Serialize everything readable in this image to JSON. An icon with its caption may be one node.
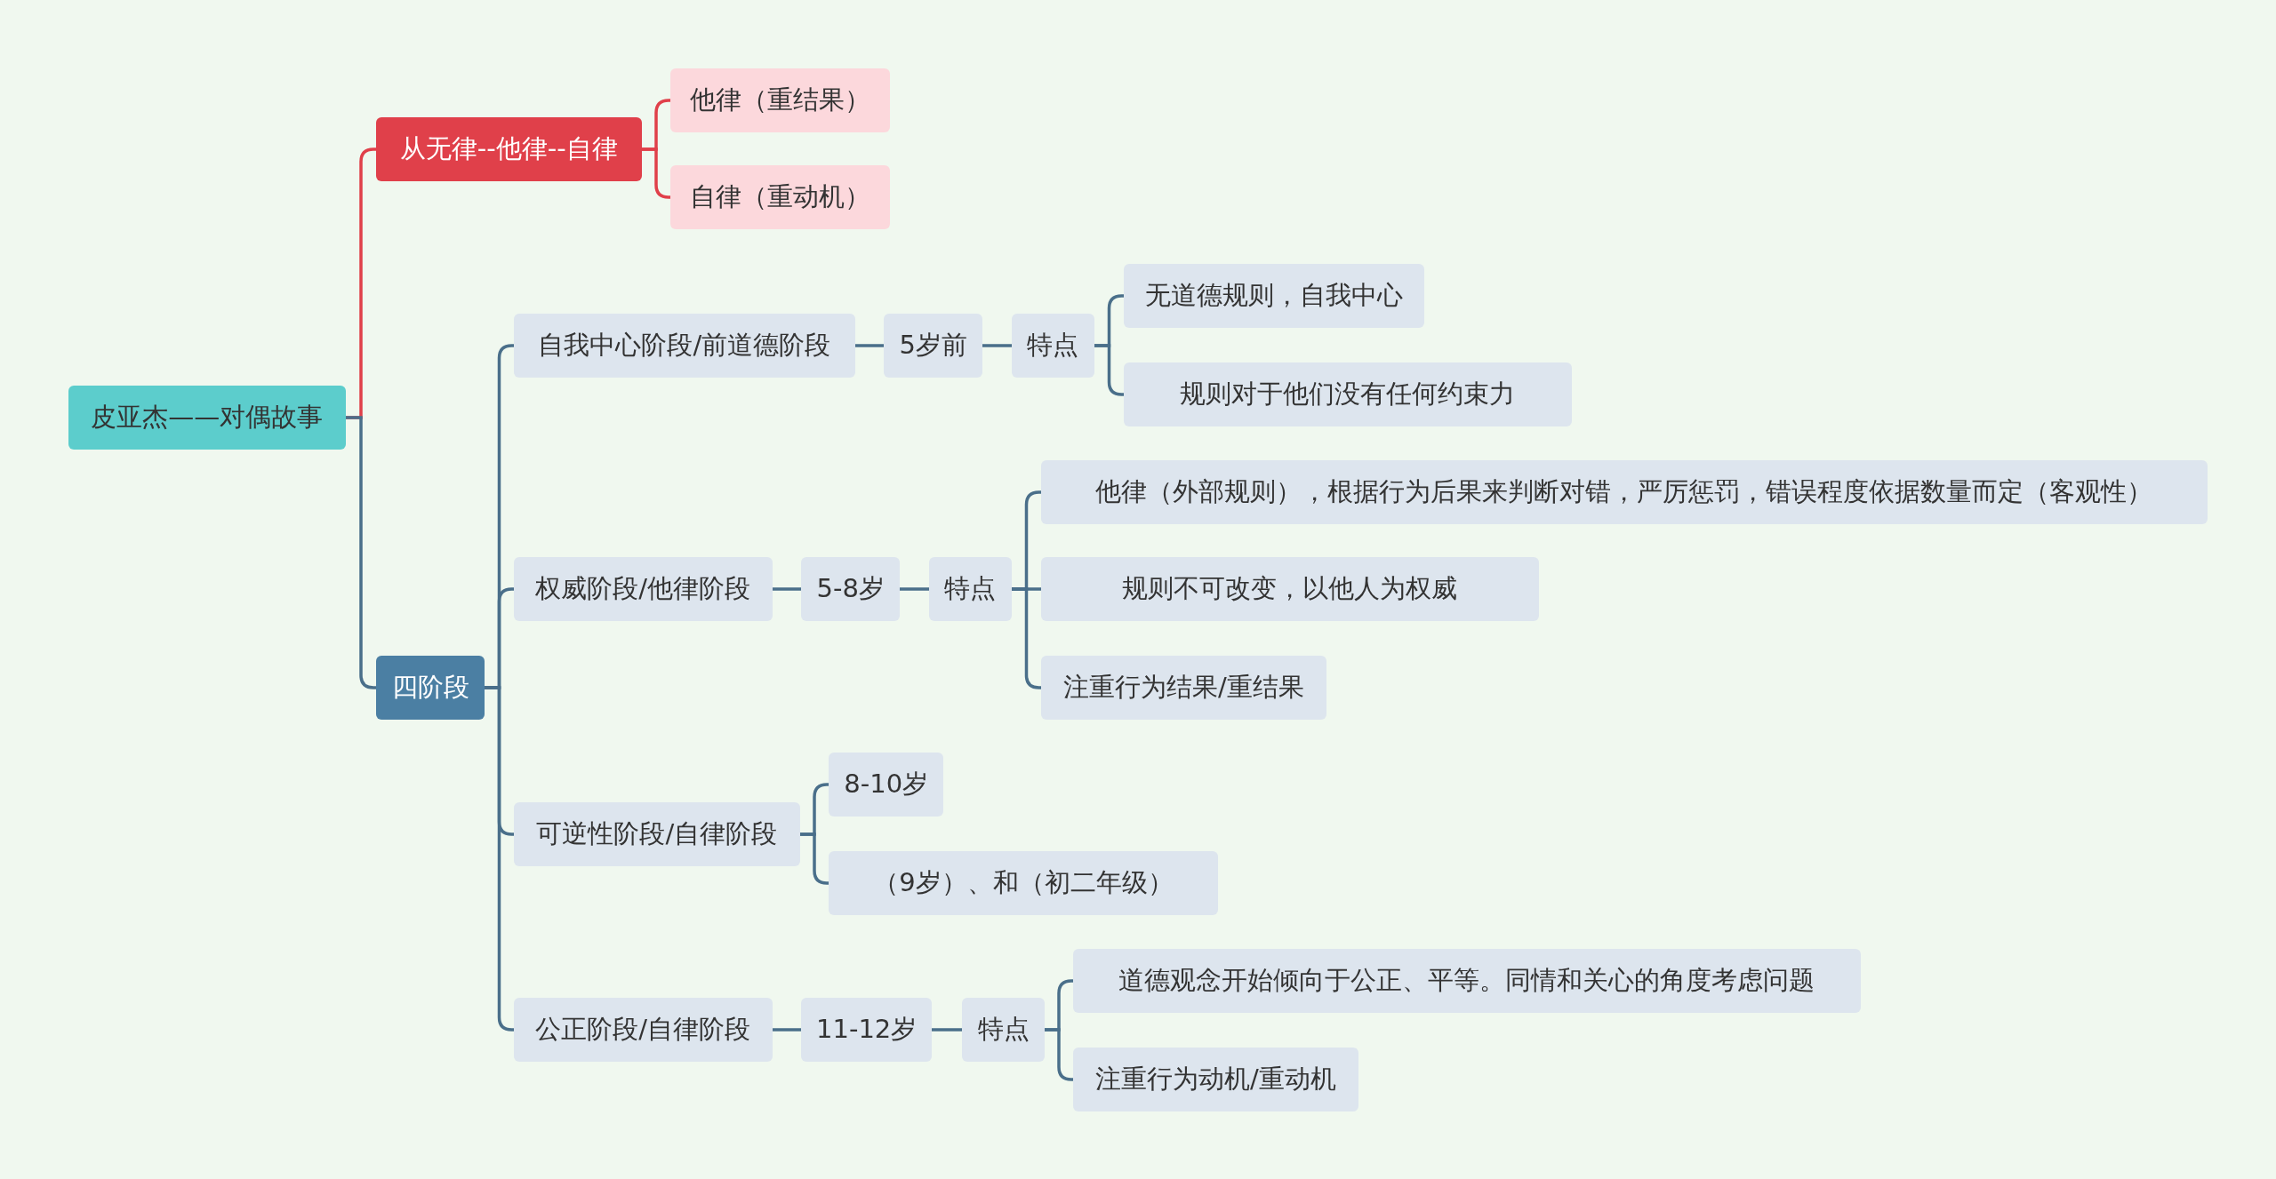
{
  "diagram": {
    "nodes": [
      {
        "text": [
          "皮亚杰——对偶故事"
        ]
      },
      {
        "text": [
          "从无律--他律--自律"
        ]
      },
      {
        "text": [
          "他律（重结果）"
        ]
      },
      {
        "text": [
          "自律（重动机）"
        ]
      },
      {
        "text": [
          "四阶段"
        ]
      },
      {
        "text": [
          "自我中心阶段/前道德阶段"
        ]
      },
      {
        "text": [
          "5岁前"
        ]
      },
      {
        "text": [
          "特点"
        ]
      },
      {
        "text": [
          "无道德规则，自我中心"
        ]
      },
      {
        "text": [
          "规则对于他们没有任何约束力"
        ]
      },
      {
        "text": [
          "权威阶段/他律阶段"
        ]
      },
      {
        "text": [
          "5-8岁"
        ]
      },
      {
        "text": [
          "特点"
        ]
      },
      {
        "text": [
          "他律（外部规则），根据行为后果来判断对错，严厉惩罚，错误程度依据数量而定（客观性）"
        ]
      },
      {
        "text": [
          "规则不可改变，以他人为权威"
        ]
      },
      {
        "text": [
          "注重行为结果/重结果"
        ]
      },
      {
        "text": [
          "可逆性阶段/自律阶段"
        ]
      },
      {
        "text": [
          "8-10岁"
        ]
      },
      {
        "text": [
          "（9岁）、和（初二年级）"
        ]
      },
      {
        "text": [
          "公正阶段/自律阶段"
        ]
      },
      {
        "text": [
          "11-12岁"
        ]
      },
      {
        "text": [
          "特点"
        ]
      },
      {
        "text": [
          "道德观念开始倾向于公正、平等。同情和关心的角度考虑问题"
        ]
      },
      {
        "text": [
          "注重行为动机/重动机"
        ]
      }
    ],
    "edges": [
      {
        "from": 0,
        "to": 1,
        "arrow": "none",
        "color": "#e0404a"
      },
      {
        "from": 1,
        "to": 2,
        "arrow": "none",
        "color": "#e0404a"
      },
      {
        "from": 1,
        "to": 3,
        "arrow": "none",
        "color": "#e0404a"
      },
      {
        "from": 0,
        "to": 4,
        "arrow": "none"
      },
      {
        "from": 4,
        "to": 5,
        "arrow": "none"
      },
      {
        "from": 5,
        "to": 6,
        "arrow": "none"
      },
      {
        "from": 6,
        "to": 7,
        "arrow": "none"
      },
      {
        "from": 7,
        "to": 8,
        "arrow": "none"
      },
      {
        "from": 7,
        "to": 9,
        "arrow": "none"
      },
      {
        "from": 4,
        "to": 10,
        "arrow": "none"
      },
      {
        "from": 10,
        "to": 11,
        "arrow": "none"
      },
      {
        "from": 11,
        "to": 12,
        "arrow": "none"
      },
      {
        "from": 12,
        "to": 13,
        "arrow": "none"
      },
      {
        "from": 12,
        "to": 14,
        "arrow": "none"
      },
      {
        "from": 12,
        "to": 15,
        "arrow": "none"
      },
      {
        "from": 4,
        "to": 16,
        "arrow": "none"
      },
      {
        "from": 16,
        "to": 17,
        "arrow": "none"
      },
      {
        "from": 16,
        "to": 18,
        "arrow": "none"
      },
      {
        "from": 4,
        "to": 19,
        "arrow": "none"
      },
      {
        "from": 19,
        "to": 20,
        "arrow": "none"
      },
      {
        "from": 20,
        "to": 21,
        "arrow": "none"
      },
      {
        "from": 21,
        "to": 22,
        "arrow": "none"
      },
      {
        "from": 21,
        "to": 23,
        "arrow": "none"
      }
    ]
  }
}
